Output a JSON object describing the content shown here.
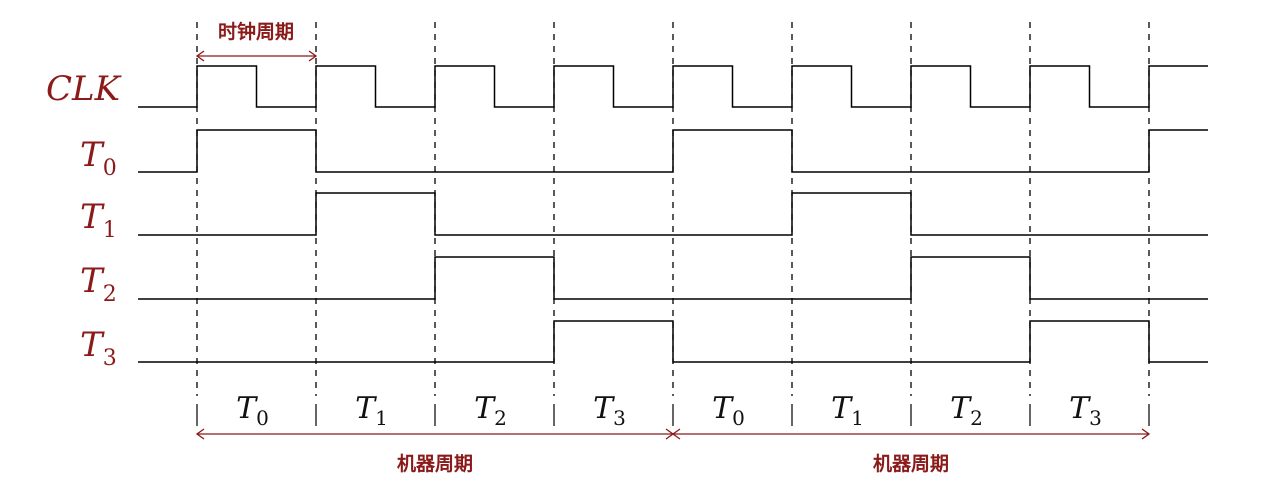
{
  "diagram": {
    "colors": {
      "wave": "#000000",
      "label": "#8b1a1a",
      "slot": "#111111",
      "dash": "#000000"
    },
    "clock_period_label": "时钟周期",
    "machine_cycle_label": "机器周期",
    "machine_cycle_count": 2,
    "signals": [
      {
        "id": "clk",
        "name": "CLK",
        "sub": "",
        "pattern": "clock"
      },
      {
        "id": "t0",
        "name": "T",
        "sub": "0",
        "pattern": "phase",
        "phase": 0
      },
      {
        "id": "t1",
        "name": "T",
        "sub": "1",
        "pattern": "phase",
        "phase": 1
      },
      {
        "id": "t2",
        "name": "T",
        "sub": "2",
        "pattern": "phase",
        "phase": 2
      },
      {
        "id": "t3",
        "name": "T",
        "sub": "3",
        "pattern": "phase",
        "phase": 3
      }
    ],
    "slots": [
      {
        "name": "T",
        "sub": "0"
      },
      {
        "name": "T",
        "sub": "1"
      },
      {
        "name": "T",
        "sub": "2"
      },
      {
        "name": "T",
        "sub": "3"
      },
      {
        "name": "T",
        "sub": "0"
      },
      {
        "name": "T",
        "sub": "1"
      },
      {
        "name": "T",
        "sub": "2"
      },
      {
        "name": "T",
        "sub": "3"
      }
    ]
  }
}
